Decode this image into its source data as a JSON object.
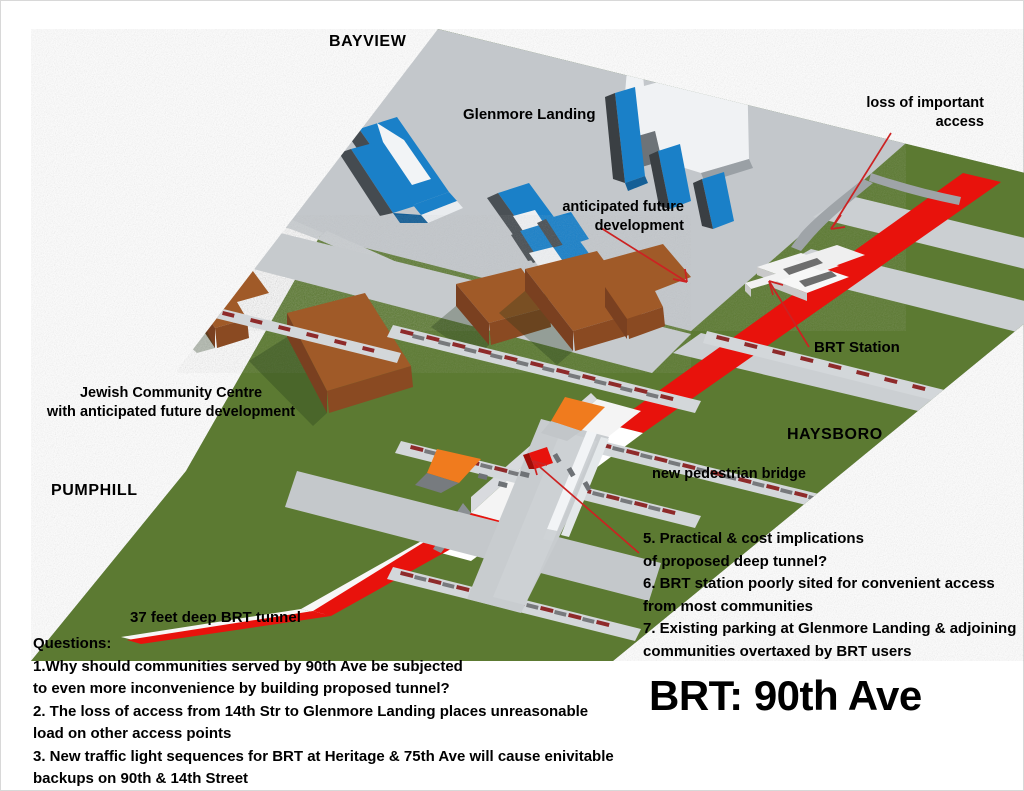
{
  "map": {
    "communities": [
      {
        "name": "BAYVIEW",
        "label": "BAYVIEW"
      },
      {
        "name": "PUMPHILL",
        "label": "PUMPHILL"
      },
      {
        "name": "HAYSBORO",
        "label": "HAYSBORO"
      }
    ],
    "site_labels": [
      {
        "name": "glenmore-landing",
        "label": "Glenmore Landing"
      },
      {
        "name": "brt-station",
        "label": "BRT Station"
      }
    ],
    "annotations": [
      {
        "name": "loss-of-access",
        "lines": [
          "loss of important",
          "access"
        ]
      },
      {
        "name": "anticipated-future-development",
        "lines": [
          "anticipated future",
          "development"
        ]
      },
      {
        "name": "jewish-community-centre",
        "lines": [
          "Jewish Community Centre",
          "with anticipated future development"
        ]
      },
      {
        "name": "pedestrian-bridge",
        "lines": [
          "new pedestrian bridge"
        ]
      },
      {
        "name": "brt-tunnel-depth",
        "lines": [
          "37 feet deep BRT tunnel"
        ]
      }
    ]
  },
  "questions_block": {
    "heading": "Questions:",
    "lines": [
      "1.Why should communities served by 90th Ave be subjected",
      "to even more inconvenience by building proposed tunnel?",
      "2. The loss of access from 14th Str to Glenmore Landing places unreasonable",
      "load on other access points",
      "3. New traffic light sequences for BRT at Heritage & 75th Ave will cause enivitable",
      "backups on 90th & 14th Street"
    ]
  },
  "issues_block": {
    "lines": [
      "5. Practical & cost implications",
      "of proposed deep tunnel?",
      "6. BRT station poorly sited for convenient access",
      "from most communities",
      "7. Existing parking at Glenmore Landing & adjoining",
      "communities overtaxed by BRT users"
    ]
  },
  "title": {
    "text": "BRT: 90th Ave"
  },
  "colors": {
    "grass": "#5c7a33",
    "grass_edge": "#4a6328",
    "pavement": "#bfc4c8",
    "pavement_light": "#d2d6d9",
    "building_blue": "#1a80c8",
    "building_blue_dark": "#1565a0",
    "building_white": "#eef0f2",
    "building_brown": "#a05a28",
    "building_brown_dark": "#7a4020",
    "brt_red": "#e8120c",
    "accent_orange": "#f07b1e",
    "annotation_arrow": "#cc2222",
    "text": "#000000",
    "background": "#ffffff"
  }
}
